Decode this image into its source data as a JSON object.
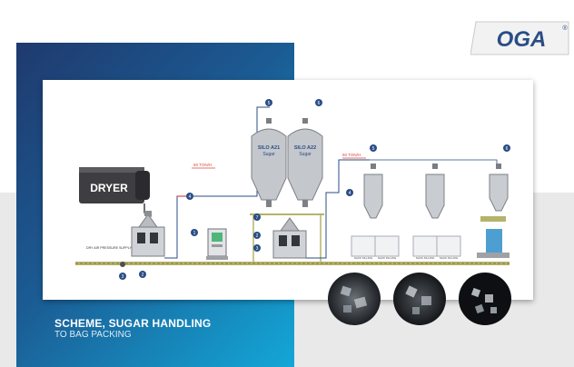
{
  "brand": {
    "logo_text": "OGA",
    "registered": "®"
  },
  "caption": {
    "title": "SCHEME, SUGAR HANDLING",
    "subtitle": "TO BAG PACKING"
  },
  "diagram": {
    "dryer_label": "DRYER",
    "air_supply_label": "DRY AIR PRESSURE SUPPLY",
    "silo_1": {
      "name": "SILO A21",
      "content": "Sugar"
    },
    "silo_2": {
      "name": "SILO A22",
      "content": "Sugar"
    },
    "flow_rate_1": "60 TON/H",
    "flow_rate_2": "60 TON/H",
    "bag_filling_label": "SACK FILLING",
    "markers": [
      "1",
      "2",
      "3",
      "4",
      "5",
      "6",
      "7"
    ],
    "colors": {
      "pipe": "#d84a3c",
      "frame": "#9c9a4a",
      "marker": "#2a4d86",
      "panel_accent": "#13a7d7"
    }
  }
}
